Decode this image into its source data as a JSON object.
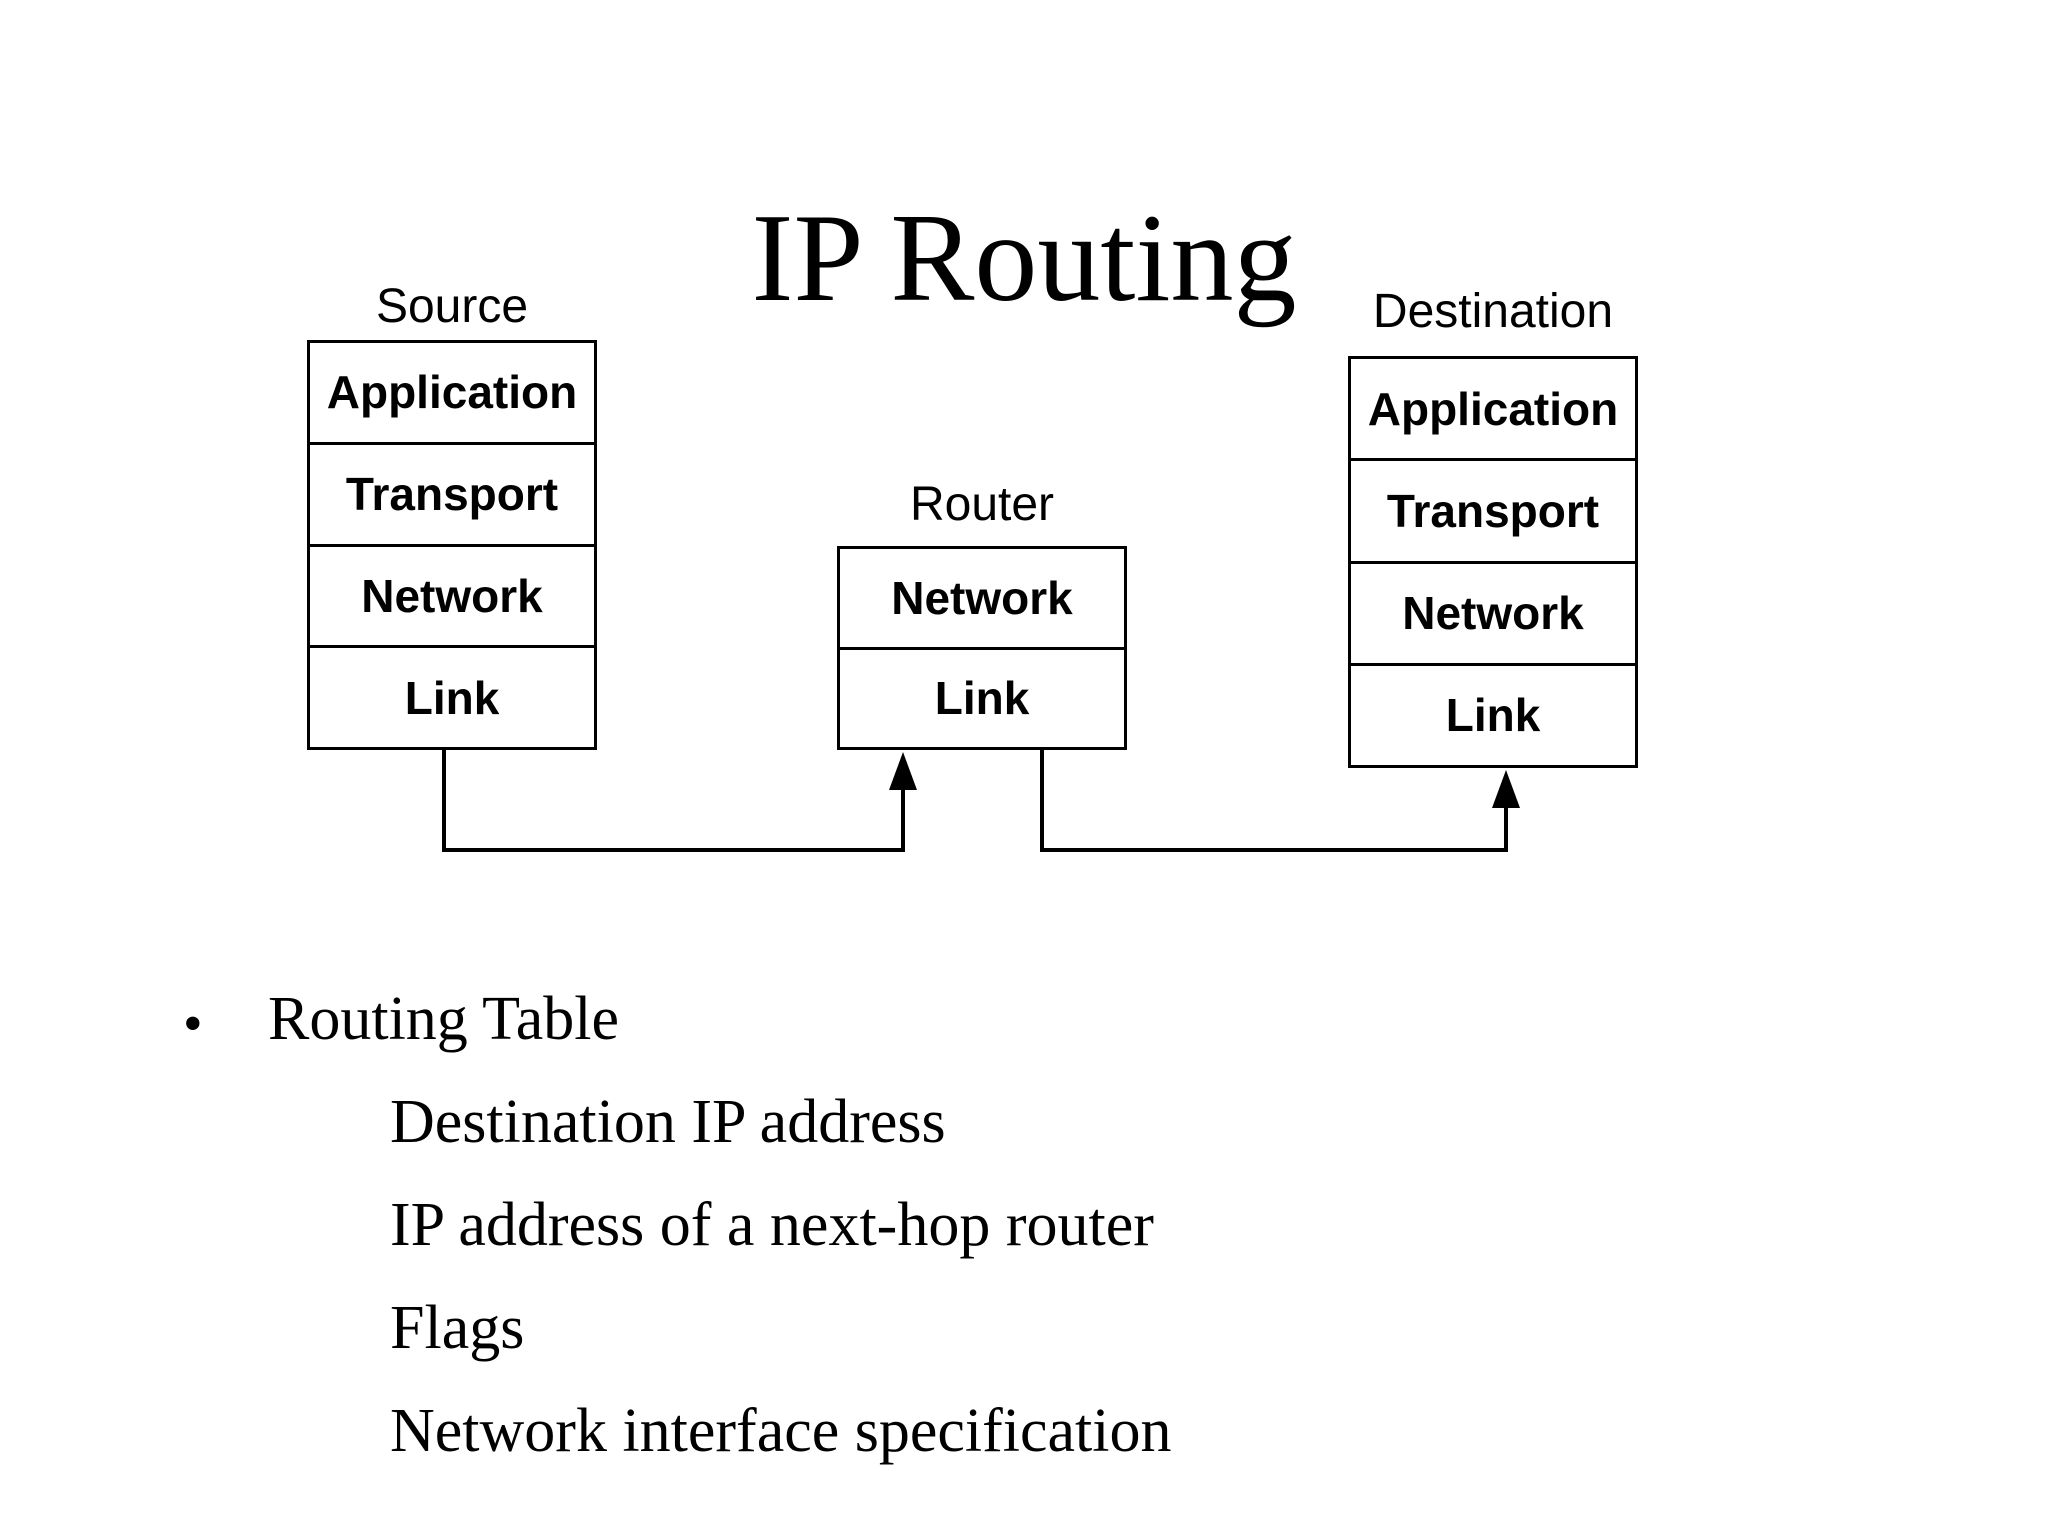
{
  "title": "IP Routing",
  "diagram": {
    "nodes": [
      {
        "label": "Source",
        "layers": [
          "Application",
          "Transport",
          "Network",
          "Link"
        ]
      },
      {
        "label": "Router",
        "layers": [
          "Network",
          "Link"
        ]
      },
      {
        "label": "Destination",
        "layers": [
          "Application",
          "Transport",
          "Network",
          "Link"
        ]
      }
    ],
    "connections": [
      {
        "from": "Source Link",
        "to": "Router Link"
      },
      {
        "from": "Router Link",
        "to": "Destination Link"
      }
    ]
  },
  "bullets": {
    "marker": "•",
    "heading": "Routing Table",
    "items": [
      "Destination IP address",
      "IP address of a next-hop router",
      "Flags",
      "Network interface specification"
    ]
  },
  "colors": {
    "background": "#ffffff",
    "ink": "#000000"
  }
}
